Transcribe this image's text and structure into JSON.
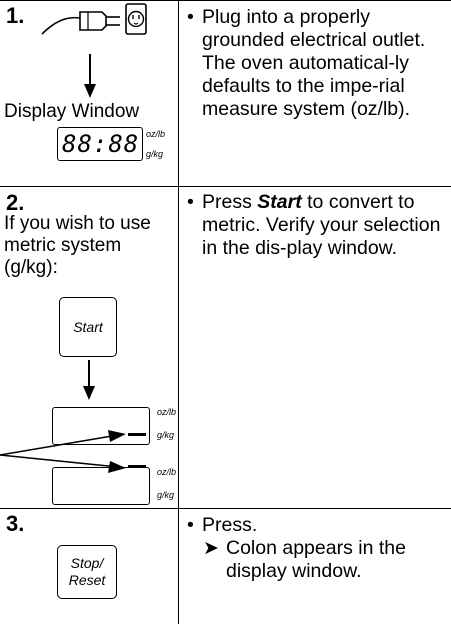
{
  "step1": {
    "number": "1.",
    "display_label": "Display Window",
    "display_digits": "88:88",
    "unit_imperial": "oz/lb",
    "unit_metric": "g/kg",
    "bullet": "•",
    "instruction": "Plug into a properly grounded electrical outlet. The oven automatical-ly defaults to the impe-rial measure system (oz/lb)."
  },
  "step2": {
    "number": "2.",
    "condition": "If you wish to use metric system (g/kg):",
    "start_button": "Start",
    "unit_imperial": "oz/lb",
    "unit_metric": "g/kg",
    "bullet": "•",
    "instruction_prefix": "Press",
    "instruction_key": "Start",
    "instruction_suffix": "to convert to metric. Verify your selection in the dis-play window."
  },
  "step3": {
    "number": "3.",
    "stop_reset_button": "Stop/ Reset",
    "bullet": "•",
    "instruction": "Press.",
    "arrow_glyph": "➤",
    "result": "Colon appears in the display window."
  }
}
